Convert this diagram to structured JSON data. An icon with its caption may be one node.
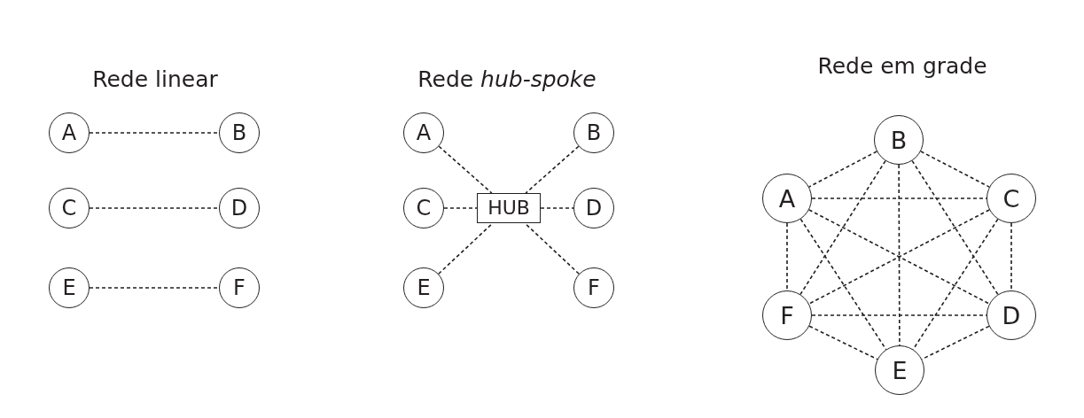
{
  "diagram": {
    "nodes": [
      {
        "text": [
          "A"
        ]
      },
      {
        "text": [
          "B"
        ]
      },
      {
        "text": [
          "C"
        ]
      },
      {
        "text": [
          "D"
        ]
      },
      {
        "text": [
          "E"
        ]
      },
      {
        "text": [
          "F"
        ]
      },
      {
        "text": [
          "A"
        ]
      },
      {
        "text": [
          "B"
        ]
      },
      {
        "text": [
          "C"
        ]
      },
      {
        "text": [
          "HUB"
        ]
      },
      {
        "text": [
          "D"
        ]
      },
      {
        "text": [
          "E"
        ]
      },
      {
        "text": [
          "F"
        ]
      },
      {
        "text": [
          "B"
        ]
      },
      {
        "text": [
          "A"
        ]
      },
      {
        "text": [
          "C"
        ]
      },
      {
        "text": [
          "F"
        ]
      },
      {
        "text": [
          "D"
        ]
      },
      {
        "text": [
          "E"
        ]
      }
    ],
    "edges": [
      {
        "from": 0,
        "to": 1,
        "arrow": "none",
        "style": "dashed"
      },
      {
        "from": 2,
        "to": 3,
        "arrow": "none",
        "style": "dashed"
      },
      {
        "from": 4,
        "to": 5,
        "arrow": "none",
        "style": "dashed"
      },
      {
        "from": 6,
        "to": 9,
        "arrow": "none",
        "style": "dashed"
      },
      {
        "from": 7,
        "to": 9,
        "arrow": "none",
        "style": "dashed"
      },
      {
        "from": 8,
        "to": 9,
        "arrow": "none",
        "style": "dashed"
      },
      {
        "from": 9,
        "to": 10,
        "arrow": "none",
        "style": "dashed"
      },
      {
        "from": 11,
        "to": 9,
        "arrow": "none",
        "style": "dashed"
      },
      {
        "from": 12,
        "to": 9,
        "arrow": "none",
        "style": "dashed"
      },
      {
        "from": 13,
        "to": 14,
        "arrow": "none",
        "style": "dashed"
      },
      {
        "from": 13,
        "to": 15,
        "arrow": "none",
        "style": "dashed"
      },
      {
        "from": 13,
        "to": 16,
        "arrow": "none",
        "style": "dashed"
      },
      {
        "from": 13,
        "to": 17,
        "arrow": "none",
        "style": "dashed"
      },
      {
        "from": 13,
        "to": 18,
        "arrow": "none",
        "style": "dashed"
      },
      {
        "from": 14,
        "to": 15,
        "arrow": "none",
        "style": "dashed"
      },
      {
        "from": 14,
        "to": 16,
        "arrow": "none",
        "style": "dashed"
      },
      {
        "from": 14,
        "to": 17,
        "arrow": "none",
        "style": "dashed"
      },
      {
        "from": 14,
        "to": 18,
        "arrow": "none",
        "style": "dashed"
      },
      {
        "from": 15,
        "to": 16,
        "arrow": "none",
        "style": "dashed"
      },
      {
        "from": 15,
        "to": 17,
        "arrow": "none",
        "style": "dashed"
      },
      {
        "from": 15,
        "to": 18,
        "arrow": "none",
        "style": "dashed"
      },
      {
        "from": 16,
        "to": 17,
        "arrow": "none",
        "style": "dashed"
      },
      {
        "from": 16,
        "to": 18,
        "arrow": "none",
        "style": "dashed"
      },
      {
        "from": 17,
        "to": 18,
        "arrow": "none",
        "style": "dashed"
      }
    ],
    "labels": [
      "Rede linear",
      "Rede *hub-spoke*",
      "Rede em grade"
    ]
  }
}
